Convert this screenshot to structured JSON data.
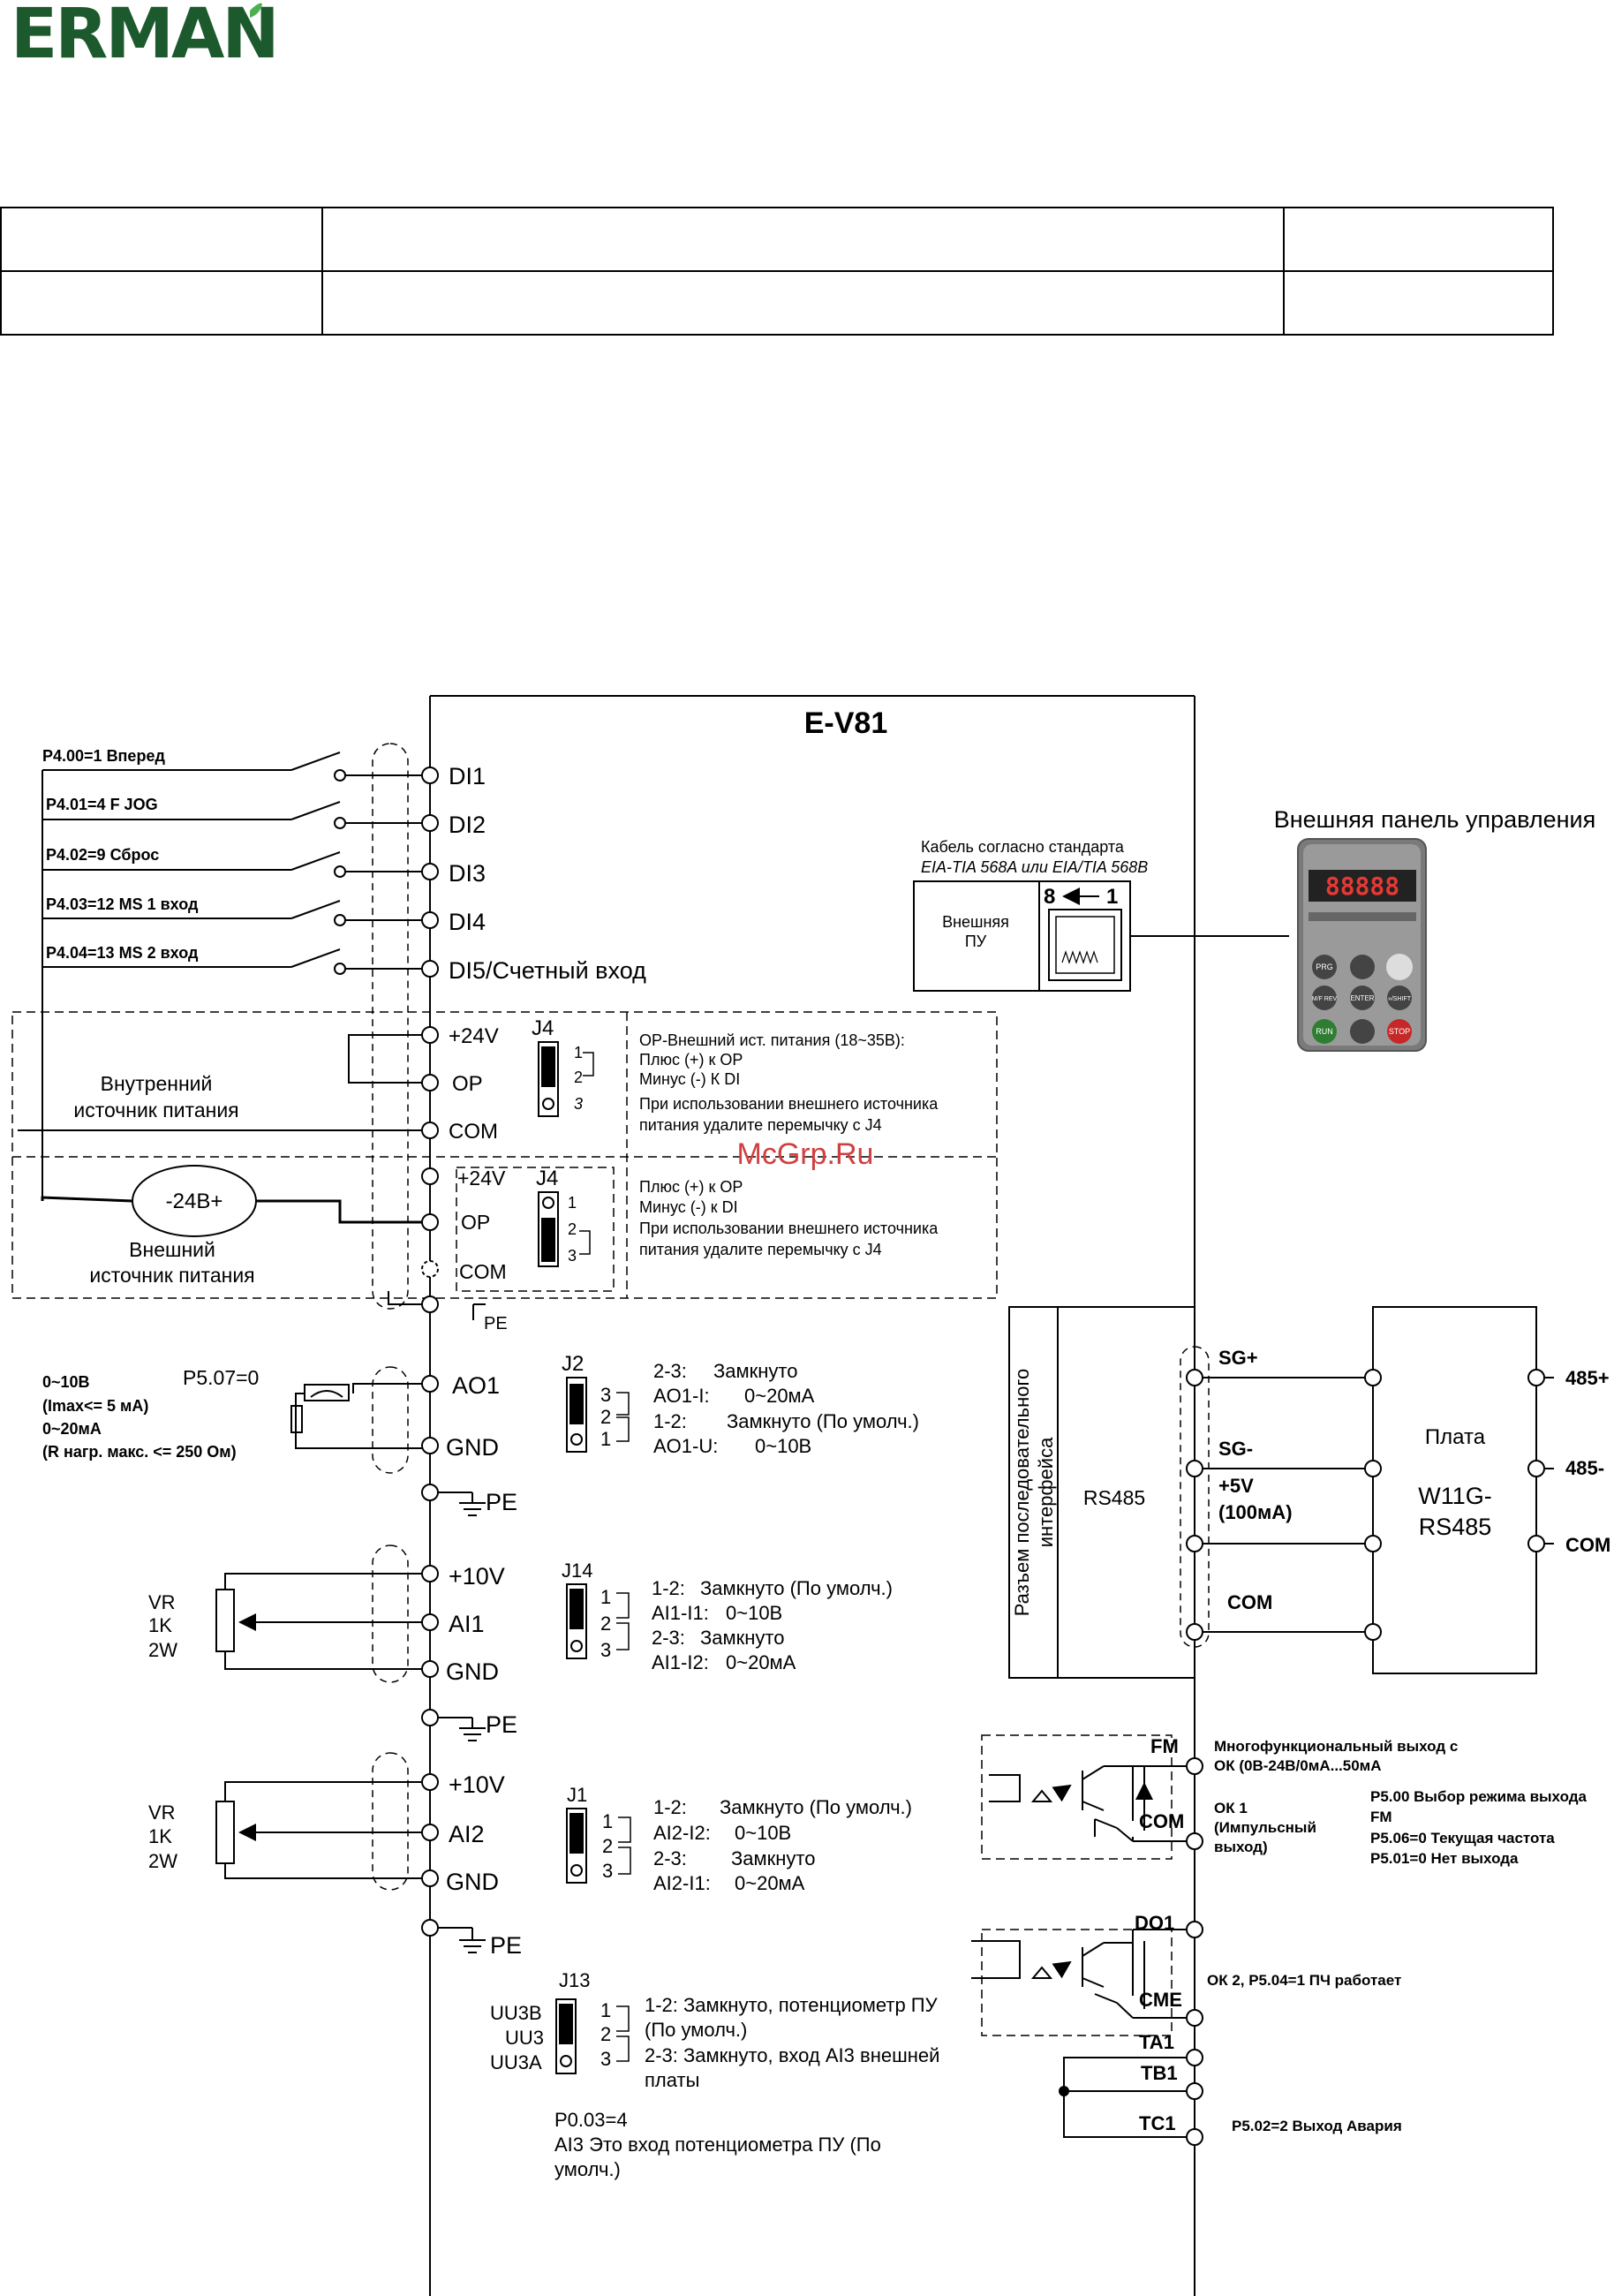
{
  "logo": {
    "text": "ERMAN",
    "brand_color": "#1c5a2e",
    "accent_color": "#4caf50"
  },
  "header_table": {
    "rows": [
      [
        "",
        "",
        ""
      ],
      [
        "",
        "",
        ""
      ]
    ]
  },
  "title": "E-V81",
  "watermark": "McGrp.Ru",
  "di_inputs": [
    {
      "param": "P4.00=1 Вперед",
      "terminal": "DI1"
    },
    {
      "param": "P4.01=4 F JOG",
      "terminal": "DI2"
    },
    {
      "param": "P4.02=9 Сброс",
      "terminal": "DI3"
    },
    {
      "param": "P4.03=12 MS 1 вход",
      "terminal": "DI4"
    },
    {
      "param": "P4.04=13 MS 2 вход",
      "terminal": "DI5/Счетный вход"
    }
  ],
  "internal_supply": {
    "label": [
      "Внутренний",
      "источник питания"
    ],
    "terminals": [
      "+24V",
      "OP",
      "COM"
    ],
    "jumper": "J4",
    "pins": [
      "1",
      "2",
      "3"
    ],
    "notes": [
      "ОР-Внешний ист. питания (18~35В):",
      "Плюс (+) к OP",
      "Минус (-) К  DI",
      "При использовании внешнего источника",
      "питания удалите перемычку с J4"
    ]
  },
  "external_supply": {
    "source": "-24В+",
    "label": [
      "Внешний",
      "источник питания"
    ],
    "terminals": [
      "+24V",
      "OP",
      "COM"
    ],
    "jumper": "J4",
    "pins": [
      "1",
      "2",
      "3"
    ],
    "notes": [
      "Плюс (+) к OP",
      "Минус (-) к DI",
      "При использовании внешнего источника",
      "питания удалите перемычку с J4"
    ],
    "pe": "PE"
  },
  "ao": {
    "left_notes": [
      "0~10В",
      "(Imax<= 5 мА)",
      "0~20мА",
      "(R нагр. макс. <= 250 Ом)"
    ],
    "param": "P5.07=0",
    "terminals": [
      "AO1",
      "GND",
      "PE"
    ],
    "jumper": "J2",
    "pins": [
      "3",
      "2",
      "1"
    ],
    "notes": [
      [
        "2-3:",
        "Замкнуто"
      ],
      [
        "AO1-I:",
        "0~20мА"
      ],
      [
        "1-2:",
        "Замкнуто (По умолч.)"
      ],
      [
        "AO1-U:",
        "0~10В"
      ]
    ]
  },
  "ai1": {
    "vr": [
      "VR",
      "1K",
      "2W"
    ],
    "terminals": [
      "+10V",
      "AI1",
      "GND",
      "PE"
    ],
    "jumper": "J14",
    "pins": [
      "1",
      "2",
      "3"
    ],
    "notes": [
      [
        "1-2:",
        "Замкнуто (По умолч.)"
      ],
      [
        "AI1-I1:",
        "0~10В"
      ],
      [
        "2-3:",
        "Замкнуто"
      ],
      [
        "AI1-I2:",
        "0~20мА"
      ]
    ]
  },
  "ai2": {
    "vr": [
      "VR",
      "1K",
      "2W"
    ],
    "terminals": [
      "+10V",
      "AI2",
      "GND",
      "PE"
    ],
    "jumper": "J1",
    "pins": [
      "1",
      "2",
      "3"
    ],
    "notes": [
      [
        "1-2:",
        "Замкнуто (По умолч.)"
      ],
      [
        "AI2-I2:",
        "0~10В"
      ],
      [
        "2-3:",
        "Замкнуто"
      ],
      [
        "AI2-I1:",
        "0~20мА"
      ]
    ]
  },
  "ai3": {
    "jumper": "J13",
    "labels": [
      "UU3B",
      "UU3",
      "UU3A"
    ],
    "pins": [
      "1",
      "2",
      "3"
    ],
    "notes": [
      "1-2: Замкнуто, потенциометр ПУ",
      "(По умолч.)",
      "2-3: Замкнуто, вход AI3 внешней",
      "платы"
    ],
    "param": "P0.03=4",
    "param_notes": [
      "AI3 Это вход потенциометра ПУ (По",
      "умолч.)"
    ]
  },
  "panel": {
    "title": "Внешняя панель управления",
    "cable": [
      "Кабель согласно стандарта",
      "EIA-TIA 568A или EIA/TIA 568B"
    ],
    "port_label": [
      "Внешняя",
      "ПУ"
    ],
    "pin_from": "8",
    "pin_to": "1",
    "display": "88888",
    "buttons": [
      "PRG",
      "ENTER",
      "RUN",
      "STOP",
      "M/F REV",
      "»/SHIFT"
    ]
  },
  "rs485": {
    "side_label": [
      "Разъем последовательного",
      "интерфейса"
    ],
    "label": "RS485",
    "terminals": [
      "SG+",
      "SG-",
      "+5V",
      "(100мА)",
      "COM"
    ],
    "board": [
      "Плата",
      "W11G-",
      "RS485"
    ],
    "board_terminals": [
      "485+",
      "485-",
      "COM"
    ]
  },
  "fm": {
    "terminals": [
      "FM",
      "COM"
    ],
    "desc": [
      "Многофункциональный выход с",
      "ОК (0В-24В/0мА...50мА"
    ],
    "ok": [
      "ОК 1",
      "(Импульсный",
      "выход)"
    ],
    "params": [
      "P5.00 Выбор режима выхода",
      "FM",
      "P5.06=0  Текущая частота",
      "P5.01=0  Нет выхода"
    ]
  },
  "do1": {
    "terminals": [
      "DO1",
      "CME"
    ],
    "desc": "ОК 2, P5.04=1 ПЧ работает"
  },
  "relay": {
    "terminals": [
      "TA1",
      "TB1",
      "TC1"
    ],
    "desc": "P5.02=2  Выход Авария"
  }
}
